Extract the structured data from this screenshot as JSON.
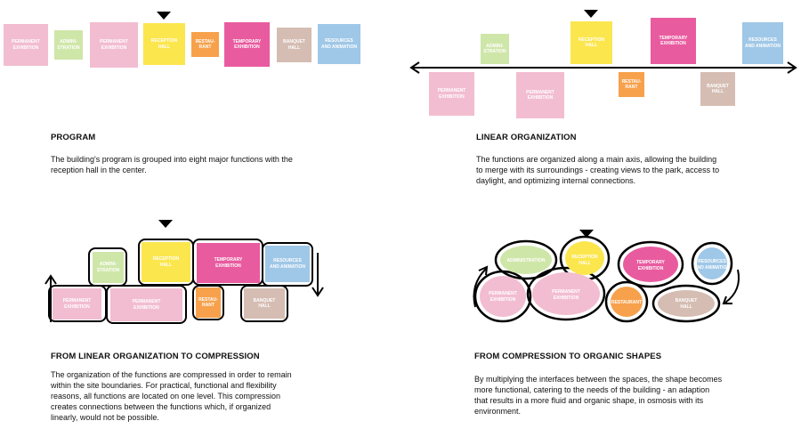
{
  "functions": {
    "permanent_exhibition": "PERMANENT\nEXHIBITION",
    "administration": "ADMINI-\nSTRATION",
    "reception_hall": "RECEPTION\nHALL",
    "restaurant": "RESTAU-\nRANT",
    "temporary_exhibition": "TEMPORARY\nEXHIBITION",
    "banquet_hall": "BANQUET\nHALL",
    "resources_animation": "RESOURCES\nAND ANIMATION"
  },
  "organic_labels": {
    "administration": "ADMINISTRATION",
    "reception_hall_1": "RECEPTION",
    "reception_hall_2": "HALL",
    "permanent_1": "PERMANENT",
    "permanent_2": "EXHIBITION",
    "temporary_1": "TEMPORARY",
    "temporary_2": "EXHIBITION",
    "resources_1": "RESOURCES",
    "resources_2": "AND ANIMATION",
    "restaurant": "RESTAURANT",
    "banquet_1": "BANQUET",
    "banquet_2": "HALL"
  },
  "sections": {
    "program": {
      "title": "PROGRAM",
      "line1": "The building's program is grouped into eight major functions with the",
      "line2": "reception hall in the center."
    },
    "linear": {
      "title": "LINEAR ORGANIZATION",
      "line1": "The functions are organized along a main axis, allowing the building",
      "line2": "to merge with its surroundings - creating views to the park, access to",
      "line3": "daylight, and optimizing internal connections."
    },
    "compression": {
      "title": "FROM LINEAR ORGANIZATION TO COMPRESSION",
      "line1": "The organization of the functions are compressed in order to remain",
      "line2": "within the site boundaries. For practical, functional and flexibility",
      "line3": "reasons, all functions are located on one level. This compression",
      "line4": "creates connections between the functions which, if organized",
      "line5": "linearly, would not be possible."
    },
    "organic": {
      "title": "FROM COMPRESSION TO ORGANIC SHAPES",
      "line1": "By multiplying the interfaces between the spaces, the shape becomes",
      "line2": "more functional, catering to the needs of the building - an adaption",
      "line3": "that results in a more fluid and organic shape, in osmosis with its",
      "line4": "environment."
    }
  },
  "colors": {
    "pink": "#f2bdd0",
    "green": "#cfe6a9",
    "yellow": "#fbe64e",
    "orange": "#f7a14c",
    "magenta": "#e95b9f",
    "taupe": "#d5bdb3",
    "blue": "#9fc7e7"
  }
}
